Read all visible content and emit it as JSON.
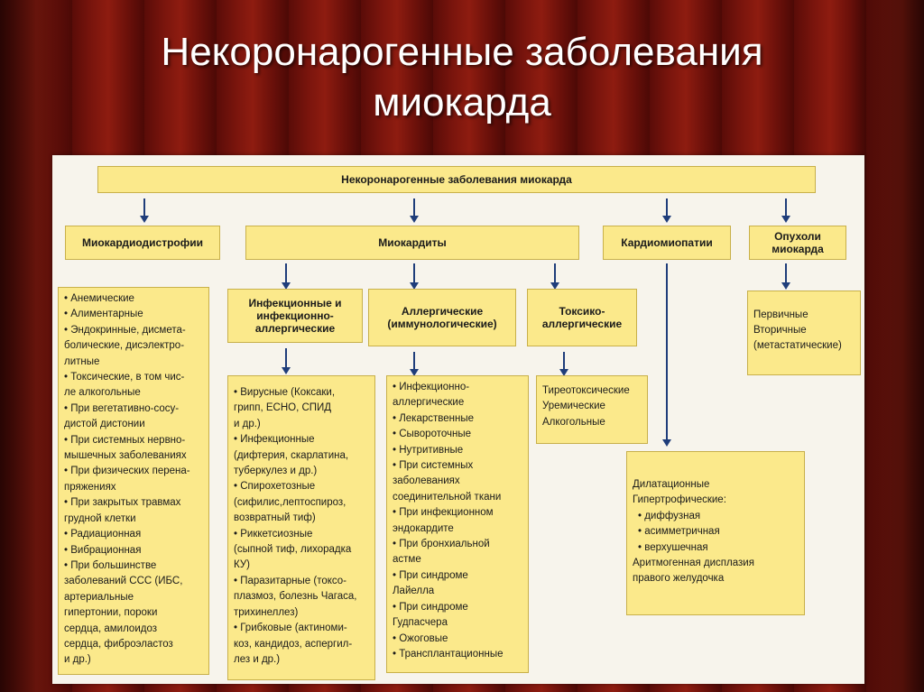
{
  "title": {
    "line1": "Некоронарогенные заболевания",
    "line2": "миокарда"
  },
  "diagram": {
    "root": "Некоронарогенные заболевания миокарда",
    "categories": {
      "myocardiodystrophy": "Миокардиодистрофии",
      "myocarditis": "Миокардиты",
      "cardiomyopathy": "Кардиомиопатии",
      "tumors": "Опухоли миокарда"
    },
    "myocarditis_subtypes": {
      "infectious": "Инфекционные и инфекционно-аллергические",
      "allergic": "Аллергические (иммунологические)",
      "toxic": "Токсико-аллергические"
    },
    "myocardiodystrophy_list": [
      "• Анемические",
      "• Алиментарные",
      "• Эндокринные, дисмета-",
      "болические, дисэлектро-",
      "литные",
      "• Токсические, в том чис-",
      "ле алкогольные",
      "• При вегетативно-сосу-",
      "дистой дистонии",
      "• При системных нервно-",
      "мышечных заболеваниях",
      "• При физических перена-",
      "пряжениях",
      "• При закрытых травмах",
      "грудной клетки",
      "• Радиационная",
      "• Вибрационная",
      "• При большинстве",
      "заболеваний ССС (ИБС,",
      "артериальные",
      "гипертонии, пороки",
      "сердца, амилоидоз",
      "сердца, фиброэластоз",
      "и др.)"
    ],
    "infectious_list": [
      "• Вирусные (Коксаки,",
      "грипп, ЕСНО, СПИД",
      "и др.)",
      "• Инфекционные",
      "(дифтерия, скарлатина,",
      "туберкулез и др.)",
      "• Спирохетозные",
      "(сифилис,лептоспироз,",
      "возвратный тиф)",
      "• Риккетсиозные",
      "(сыпной тиф, лихорадка",
      "КУ)",
      "• Паразитарные (токсо-",
      "плазмоз, болезнь Чагаса,",
      "трихинеллез)",
      "• Грибковые (актиноми-",
      "коз, кандидоз, аспергил-",
      "лез и др.)"
    ],
    "allergic_list": [
      "• Инфекционно-",
      "аллергические",
      "• Лекарственные",
      "• Сывороточные",
      "• Нутритивные",
      "• При системных",
      "заболеваниях",
      "соединительной ткани",
      "• При инфекционном",
      "эндокардите",
      "• При бронхиальной",
      "астме",
      "• При синдроме",
      "Лайелла",
      "• При синдроме",
      "Гудпасчера",
      "• Ожоговые",
      "• Трансплантационные"
    ],
    "toxic_list": [
      "Тиреотоксические",
      "Уремические",
      "Алкогольные"
    ],
    "tumors_list": [
      "Первичные",
      "Вторичные",
      "(метастатические)"
    ],
    "cardiomyopathy_list": [
      "Дилатационные",
      "Гипертрофические:",
      "• диффузная",
      "• асимметричная",
      "• верхушечная",
      "Аритмогенная дисплазия",
      "правого желудочка"
    ]
  }
}
